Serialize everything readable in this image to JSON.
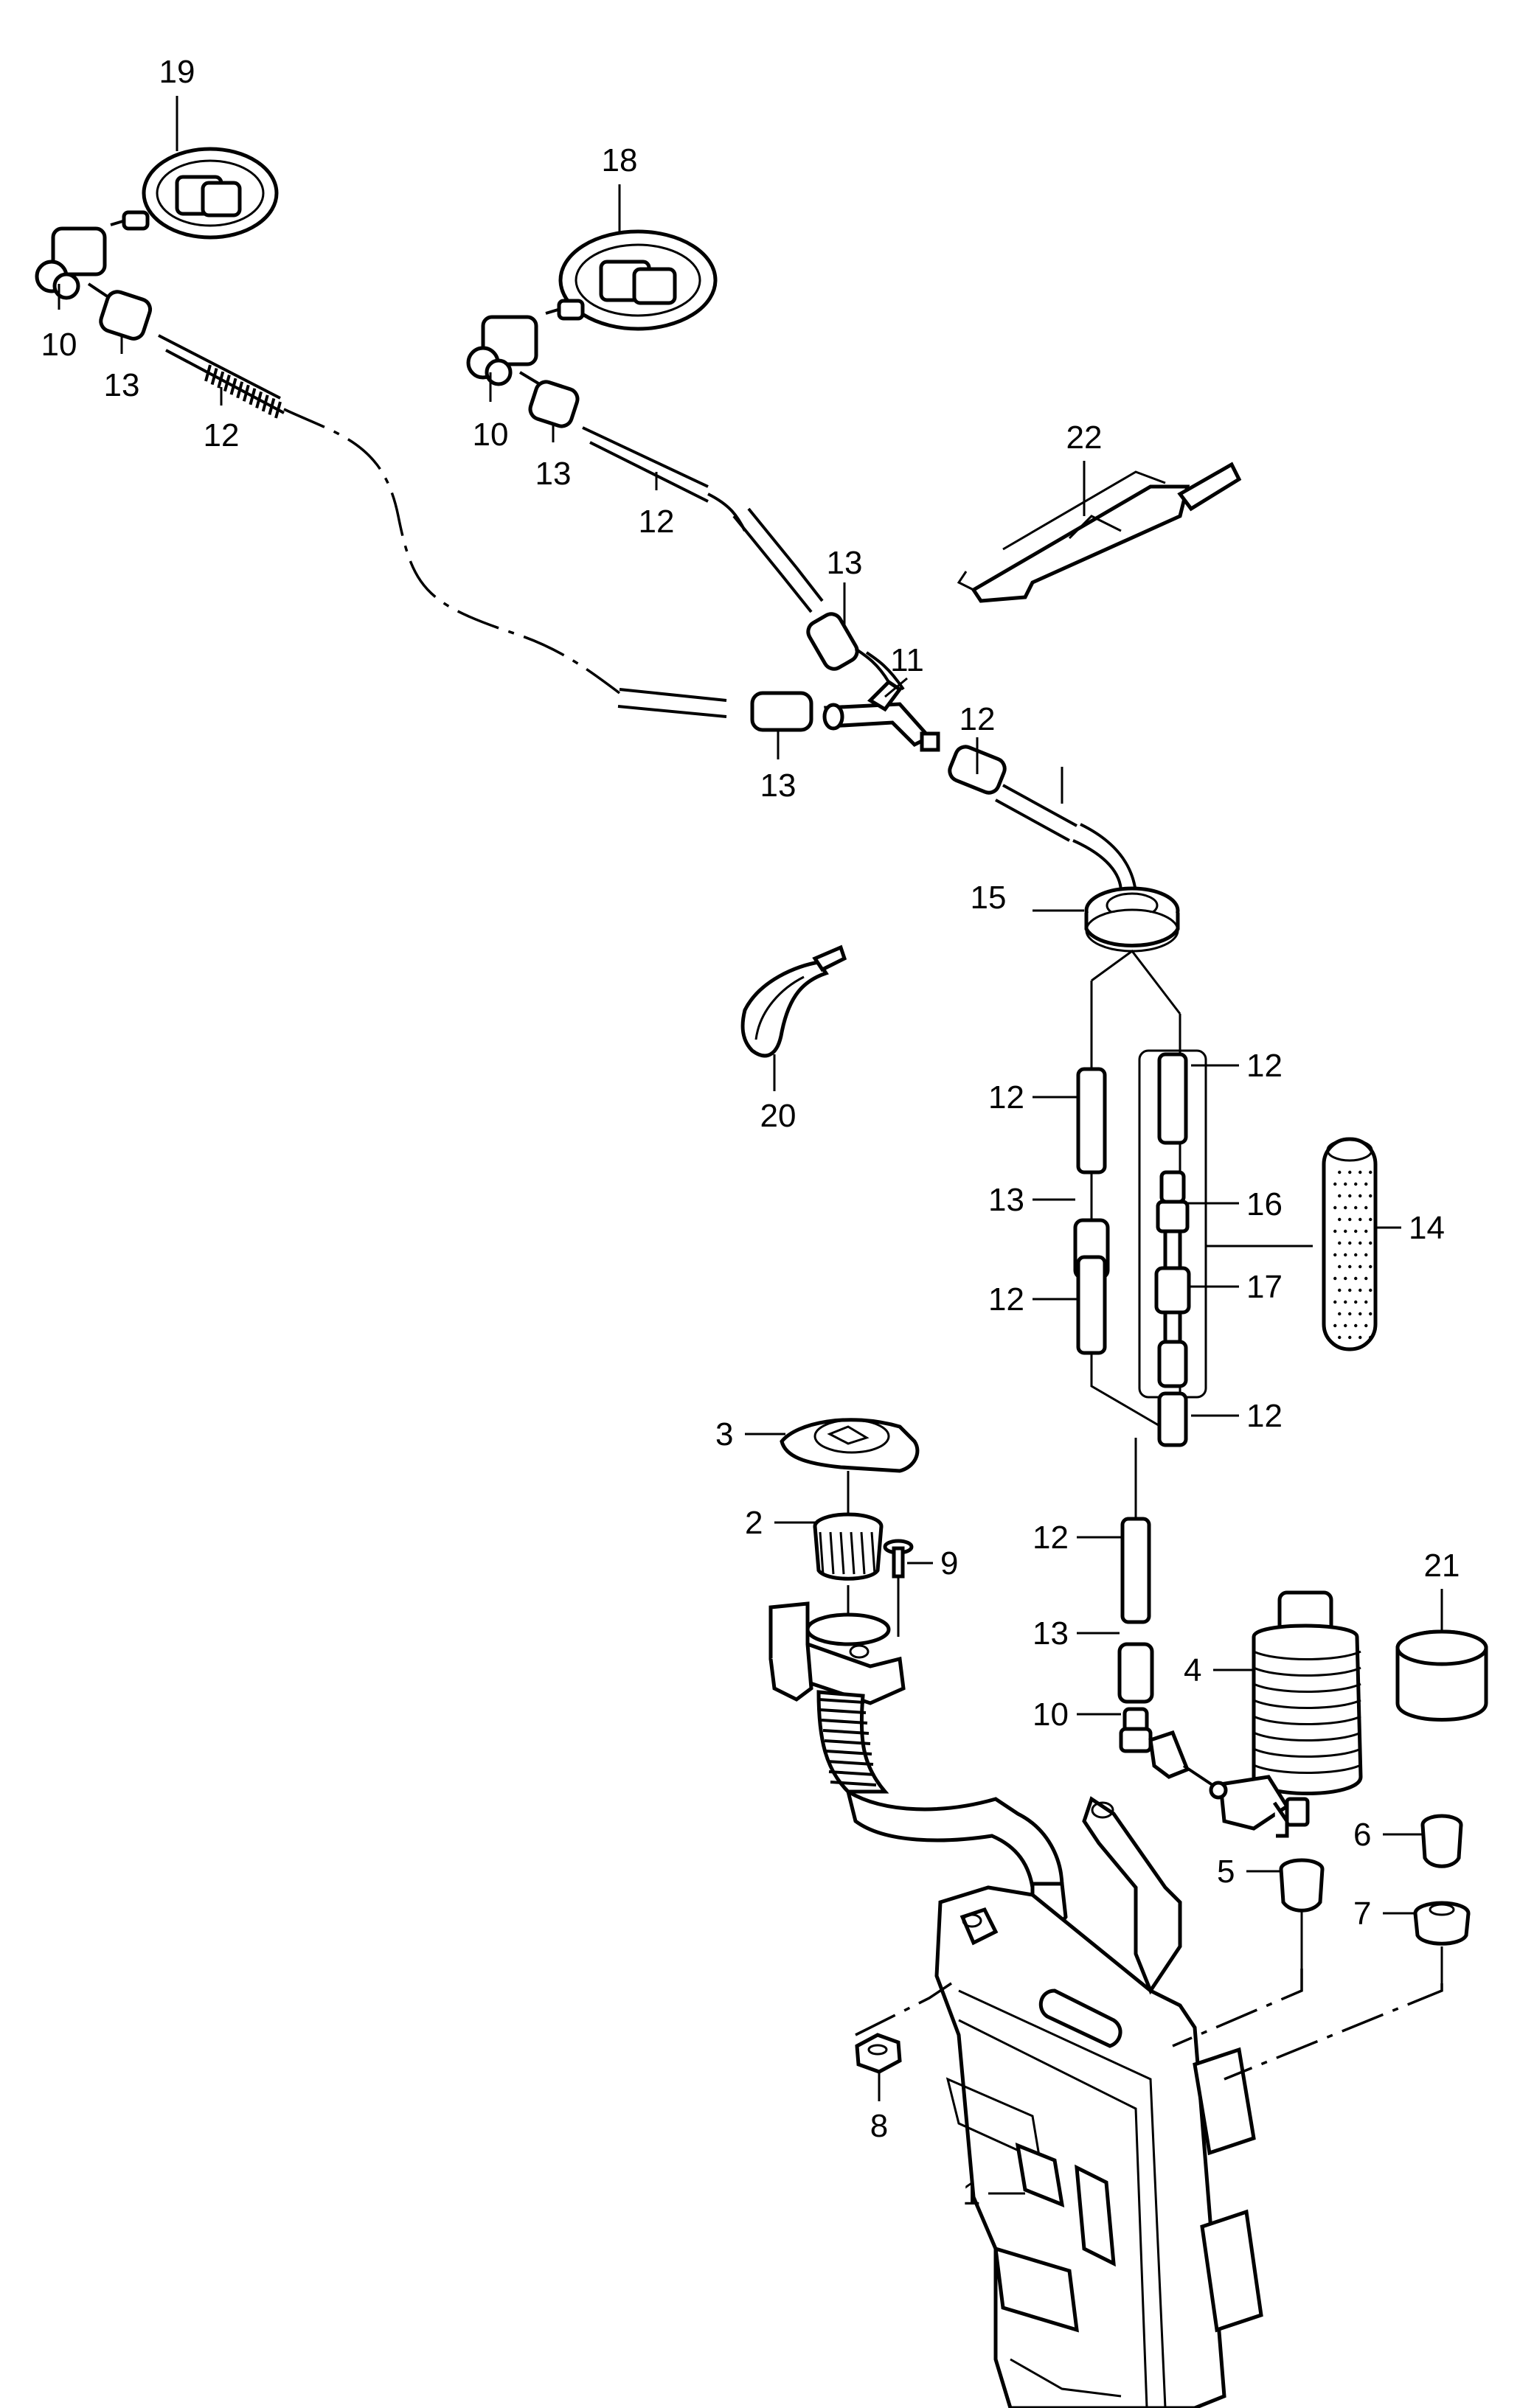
{
  "diagram": {
    "callouts": [
      "19",
      "10",
      "13",
      "12",
      "18",
      "10",
      "13",
      "12",
      "22",
      "13",
      "11",
      "13",
      "12",
      "13",
      "15",
      "20",
      "12",
      "12",
      "13",
      "16",
      "14",
      "12",
      "17",
      "12",
      "3",
      "2",
      "9",
      "12",
      "21",
      "13",
      "4",
      "10",
      "6",
      "5",
      "7",
      "8",
      "1"
    ]
  },
  "colors": {
    "ink": "#000000",
    "background": "#ffffff"
  }
}
